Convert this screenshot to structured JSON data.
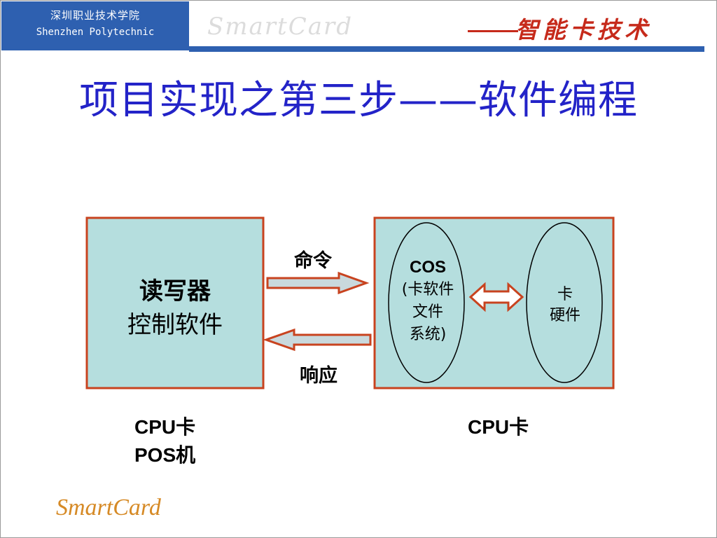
{
  "header": {
    "school_cn": "深圳职业技术学院",
    "school_en": "Shenzhen Polytechnic",
    "logo_text": "SmartCard",
    "tech_text": "智能卡技术"
  },
  "title": "项目实现之第三步——软件编程",
  "diagram": {
    "reader_box": {
      "title": "读写器",
      "subtitle": "控制软件"
    },
    "command_label": "命令",
    "response_label": "响应",
    "card_box": {
      "cos_title": "COS",
      "cos_desc_lines": [
        "(卡软件",
        "文件",
        "系统)"
      ],
      "hw_title": "卡",
      "hw_subtitle": "硬件"
    },
    "captions": {
      "left_line1": "CPU卡",
      "left_line2": "POS机",
      "right": "CPU卡"
    }
  },
  "footer": {
    "logo": "SmartCard"
  },
  "colors": {
    "header_blue": "#2e60b0",
    "title_blue": "#2323c8",
    "box_fill": "#b5dede",
    "box_border": "#c8431f",
    "arrow_fill": "#c9d9dd",
    "double_arrow_fill": "#ffffff",
    "accent_red": "#c62a1b",
    "footer_orange": "#d68a26"
  }
}
